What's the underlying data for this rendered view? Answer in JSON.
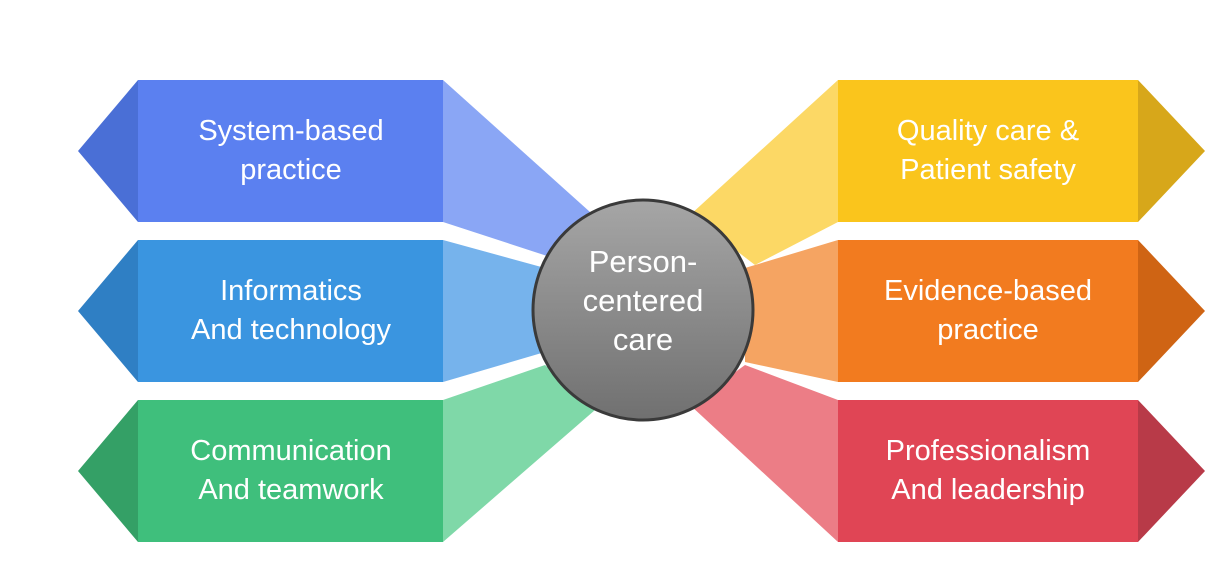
{
  "center": {
    "lines": [
      "Person-",
      "centered",
      "care"
    ]
  },
  "left_items": [
    {
      "lines": [
        "System-based",
        "practice"
      ],
      "color": "#5B80F0"
    },
    {
      "lines": [
        "Informatics",
        "And technology"
      ],
      "color": "#3A95E0"
    },
    {
      "lines": [
        "Communication",
        "And teamwork"
      ],
      "color": "#3FBF7C"
    }
  ],
  "right_items": [
    {
      "lines": [
        "Quality care &",
        "Patient safety"
      ],
      "color": "#FAC51C"
    },
    {
      "lines": [
        "Evidence-based",
        "practice"
      ],
      "color": "#F27B1F"
    },
    {
      "lines": [
        "Professionalism",
        "And leadership"
      ],
      "color": "#E04555"
    }
  ]
}
